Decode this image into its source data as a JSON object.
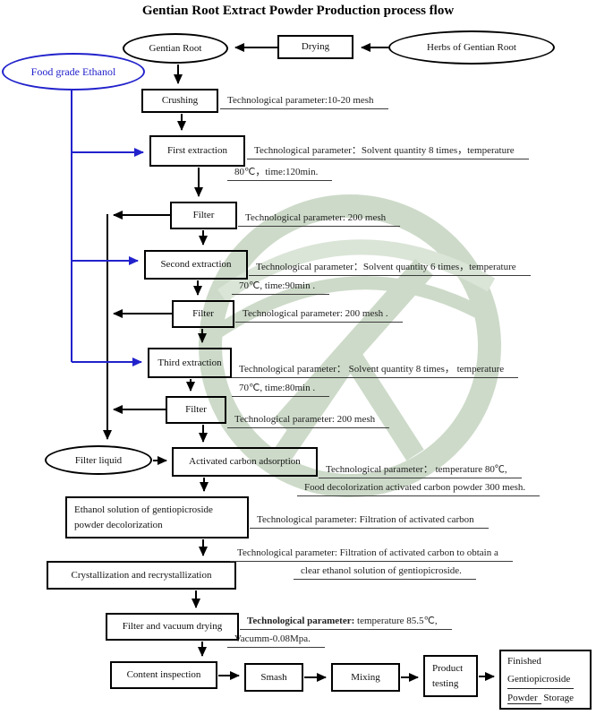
{
  "title": "Gentian Root Extract Powder Production process flow",
  "colors": {
    "accent_blue": "#2222cc",
    "watermark_green": "#9cb794",
    "line_black": "#000000"
  },
  "ellipses": {
    "gentian_root": "Gentian Root",
    "herbs": "Herbs of Gentian Root",
    "food_grade_ethanol": "Food grade Ethanol",
    "filter_liquid": "Filter liquid"
  },
  "boxes": {
    "drying": "Drying",
    "crushing": "Crushing",
    "first_extraction": "First extraction",
    "filter1": "Filter",
    "second_extraction": "Second extraction",
    "filter2": "Filter",
    "third_extraction": "Third extraction",
    "filter3": "Filter",
    "activated_carbon": "Activated carbon adsorption",
    "ethanol_solution": "Ethanol solution of gentiopicroside powder decolorization",
    "crystallization": "Crystallization and recrystallization",
    "filter_vacuum": "Filter and vacuum drying",
    "content_inspection": "Content inspection",
    "smash": "Smash",
    "mixing": "Mixing",
    "product_testing": "Product testing",
    "finished_l1": "Finished",
    "finished_l2": "Gentiopicroside",
    "finished_l3_underlined": "Powder",
    "finished_l3_rest": " Storage"
  },
  "annotations": {
    "crushing": "Technological parameter:10-20 mesh",
    "first_extraction_l1": "Technological parameter：Solvent quantity 8 times，temperature",
    "first_extraction_l2": "80℃，time:120min.",
    "filter1": "Technological parameter: 200 mesh",
    "second_extraction_l1": "Technological parameter：Solvent quantity 6 times，temperature",
    "second_extraction_l2": "70℃, time:90min .",
    "filter2": "Technological parameter: 200 mesh .",
    "third_extraction_l1": "Technological parameter： Solvent quantity 8 times， temperature",
    "third_extraction_l2": "70℃, time:80min .",
    "filter3": "Technological parameter: 200 mesh",
    "activated_carbon_l1": "Technological parameter： temperature 80℃,",
    "activated_carbon_l2": "Food decolorization activated carbon powder 300 mesh.",
    "ethanol_solution": "Technological parameter: Filtration of activated carbon",
    "crystallization_l1": "Technological parameter: Filtration of activated carbon to obtain a",
    "crystallization_l2": "clear ethanol solution of gentiopicroside.",
    "filter_vacuum_bold": "Technological parameter:",
    "filter_vacuum_rest": " temperature 85.5℃,",
    "filter_vacuum_l2": "Vacumm-0.08Mpa."
  }
}
